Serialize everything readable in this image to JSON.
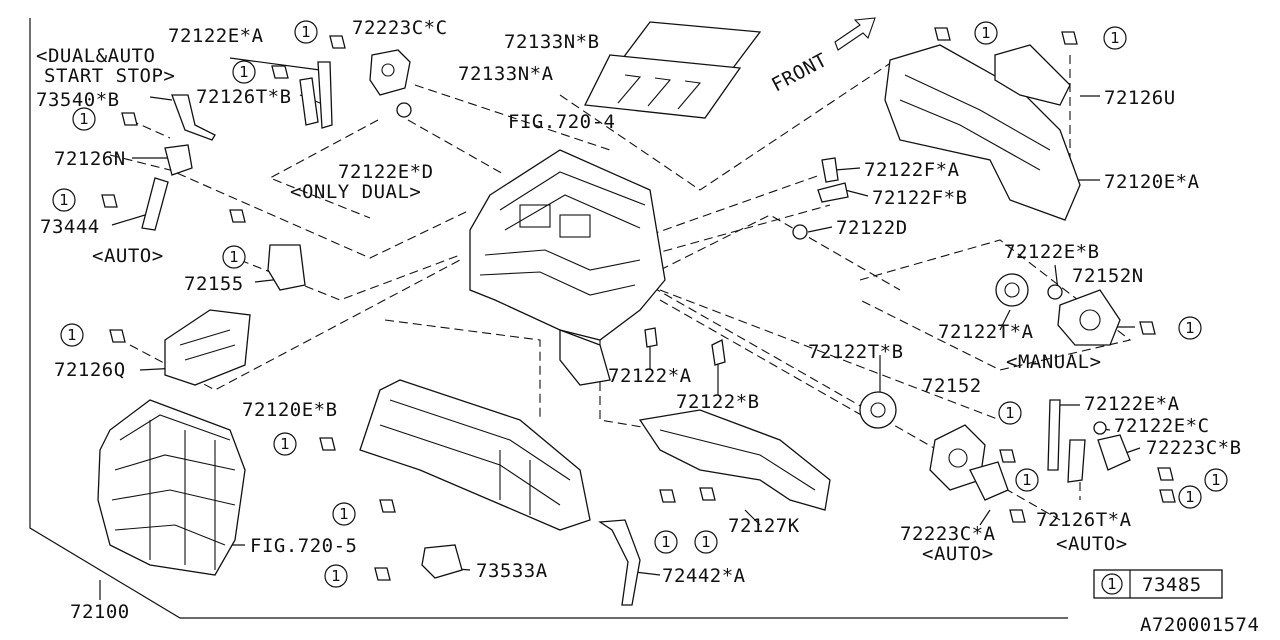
{
  "diagram": {
    "labels": {
      "dual_auto_1": "<DUAL&AUTO",
      "dual_auto_2": "START STOP>",
      "p73540B": "73540*B",
      "p72126N": "72126N",
      "p73444": "73444",
      "auto_left": "<AUTO>",
      "p72122EA_top": "72122E*A",
      "p72223CC": "72223C*C",
      "p72126TB": "72126T*B",
      "p72122ED": "72122E*D",
      "only_dual": "<ONLY DUAL>",
      "p72155": "72155",
      "p72126Q": "72126Q",
      "p72133NB": "72133N*B",
      "p72133NA": "72133N*A",
      "fig7204": "FIG.720-4",
      "front": "FRONT",
      "p72126U": "72126U",
      "p72120EA": "72120E*A",
      "p72122FA": "72122F*A",
      "p72122FB": "72122F*B",
      "p72122D": "72122D",
      "p72122EB": "72122E*B",
      "p72152N": "72152N",
      "p72122TA": "72122T*A",
      "manual": "<MANUAL>",
      "p72122A": "72122*A",
      "p72122B": "72122*B",
      "p72122TB": "72122T*B",
      "p72152": "72152",
      "p72122EA_right": "72122E*A",
      "p72122EC": "72122E*C",
      "p72223CB": "72223C*B",
      "p72120EB": "72120E*B",
      "p72127K": "72127K",
      "p72223CA": "72223C*A",
      "auto_mid": "<AUTO>",
      "p72126TA": "72126T*A",
      "auto_right": "<AUTO>",
      "fig7205": "FIG.720-5",
      "p73533A": "73533A",
      "p72442A": "72442*A",
      "p72100": "72100",
      "ref_code": "A720001574"
    },
    "callout_number": "1",
    "legend": {
      "number": "1",
      "part": "73485"
    }
  }
}
